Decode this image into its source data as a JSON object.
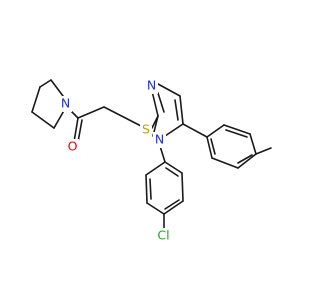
{
  "atoms": {
    "O": {
      "label": "O",
      "color": "#e8000b"
    },
    "N_pyrrolidine": {
      "label": "N",
      "color": "#2434d6"
    },
    "S": {
      "label": "S",
      "color": "#b5a000"
    },
    "N_imidazole_top": {
      "label": "N",
      "color": "#2434d6"
    },
    "N_imidazole_bottom": {
      "label": "N",
      "color": "#2434d6"
    },
    "Cl": {
      "label": "Cl",
      "color": "#1fa81f"
    }
  },
  "colors": {
    "bond": "#1a1a1a",
    "background": "#ffffff"
  }
}
